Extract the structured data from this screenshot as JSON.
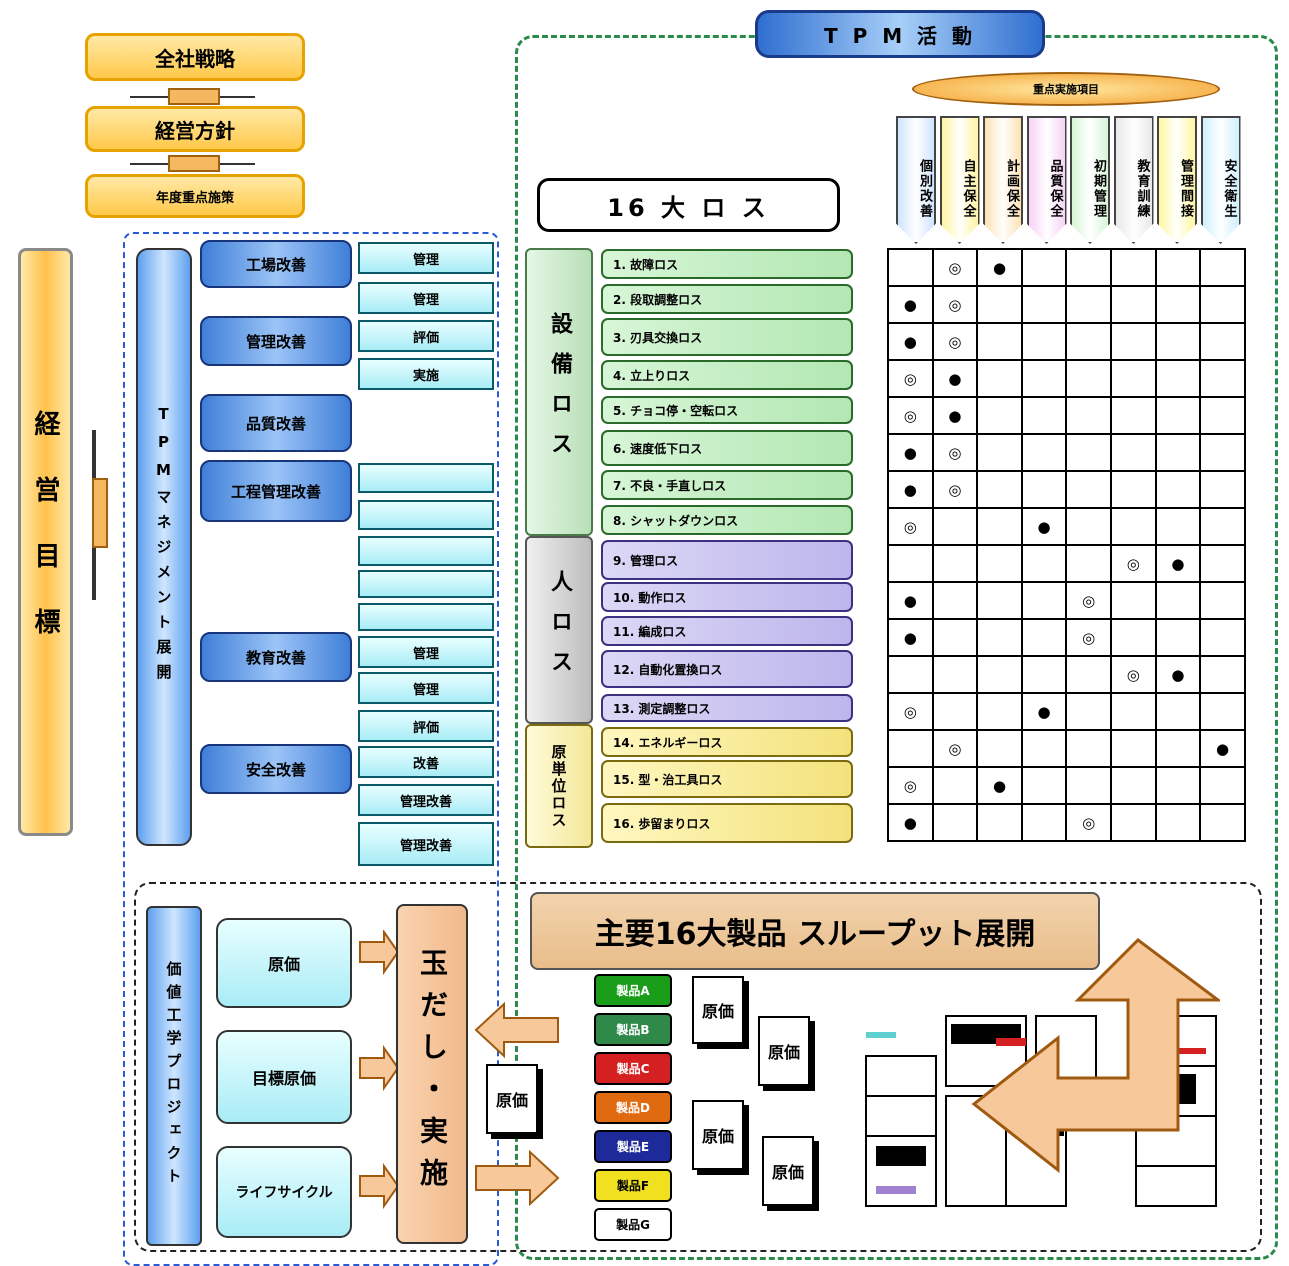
{
  "tpm_title": "T P M 活 動",
  "top_stack": [
    "全社戦略",
    "経営方針",
    "年度重点施策"
  ],
  "management_goal": "経営目標",
  "development_column": "TPMマネジメント展開",
  "pillars": [
    "工場改善",
    "管理改善",
    "品質改善",
    "工程管理改善",
    "教育改善",
    "安全改善"
  ],
  "sub_items": [
    "管理",
    "管理",
    "評価",
    "実施",
    "",
    "",
    "",
    "",
    "",
    "管理",
    "管理",
    "評価",
    "改善",
    "管理改善",
    "管理改善"
  ],
  "loss_title": "16 大 ロ ス",
  "loss_groups": [
    "設備ロス",
    "人ロス",
    "原単位ロス"
  ],
  "losses": [
    "1. 故障ロス",
    "2. 段取調整ロス",
    "3. 刃具交換ロス",
    "4. 立上りロス",
    "5. チョコ停・空転ロス",
    "6. 速度低下ロス",
    "7. 不良・手直しロス",
    "8. シャットダウンロス",
    "9. 管理ロス",
    "10. 動作ロス",
    "11. 編成ロス",
    "12. 自動化置換ロス",
    "13. 測定調整ロス",
    "14. エネルギーロス",
    "15. 型・治工具ロス",
    "16. 歩留まりロス"
  ],
  "matrix_banner": "重点実施項目",
  "matrix_cols": [
    "個別改善",
    "自主保全",
    "計画保全",
    "品質保全",
    "初期管理",
    "教育訓練",
    "管理間接",
    "安全衛生"
  ],
  "matrix": [
    [
      "",
      "◎",
      "●",
      "",
      "",
      "",
      "",
      ""
    ],
    [
      "●",
      "◎",
      "",
      "",
      "",
      "",
      "",
      ""
    ],
    [
      "●",
      "◎",
      "",
      "",
      "",
      "",
      "",
      ""
    ],
    [
      "◎",
      "●",
      "",
      "",
      "",
      "",
      "",
      ""
    ],
    [
      "◎",
      "●",
      "",
      "",
      "",
      "",
      "",
      ""
    ],
    [
      "●",
      "◎",
      "",
      "",
      "",
      "",
      "",
      ""
    ],
    [
      "●",
      "◎",
      "",
      "",
      "",
      "",
      "",
      ""
    ],
    [
      "◎",
      "",
      "",
      "●",
      "",
      "",
      "",
      ""
    ],
    [
      "",
      "",
      "",
      "",
      "",
      "◎",
      "●",
      ""
    ],
    [
      "●",
      "",
      "",
      "",
      "◎",
      "",
      "",
      ""
    ],
    [
      "●",
      "",
      "",
      "",
      "◎",
      "",
      "",
      ""
    ],
    [
      "",
      "",
      "",
      "",
      "",
      "◎",
      "●",
      ""
    ],
    [
      "◎",
      "",
      "",
      "●",
      "",
      "",
      "",
      ""
    ],
    [
      "",
      "◎",
      "",
      "",
      "",
      "",
      "",
      "●"
    ],
    [
      "◎",
      "",
      "●",
      "",
      "",
      "",
      "",
      ""
    ],
    [
      "●",
      "",
      "",
      "",
      "◎",
      "",
      "",
      ""
    ]
  ],
  "project_column": "価値工学プロジェクト",
  "project_boxes": [
    "原価",
    "目標原価",
    "ライフサイクル"
  ],
  "extraction": "玉だし・実施",
  "cost_banner": "主要16大製品 スループット展開",
  "products": [
    "製品A",
    "製品B",
    "製品C",
    "製品D",
    "製品E",
    "製品F",
    "製品G"
  ],
  "product_colors": [
    "#1a9e1a",
    "#2f8a4a",
    "#d42020",
    "#e06a10",
    "#1f2a9a",
    "#f0e020",
    "#ffffff"
  ],
  "doc_label": "原価"
}
